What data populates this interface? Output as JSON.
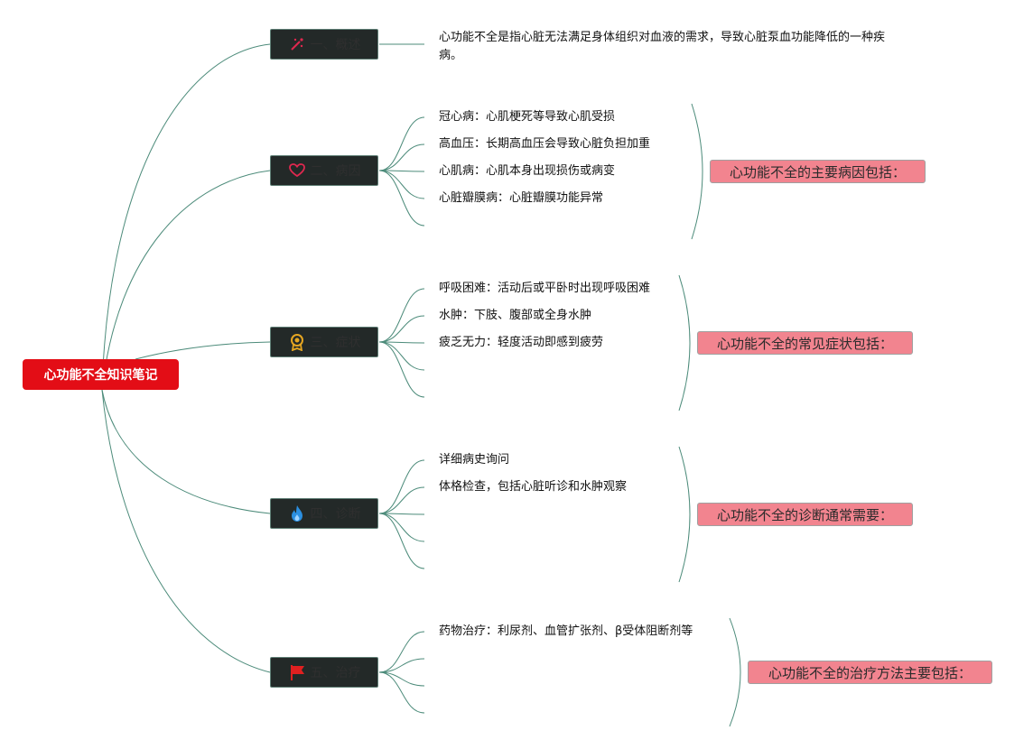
{
  "root": {
    "label": "心功能不全知识笔记"
  },
  "colors": {
    "root": "#e30d16",
    "topic_bg": "#232928",
    "line": "#4c8b7a",
    "summary_bg": "#f2848f"
  },
  "branches": [
    {
      "label": "一、概述",
      "icon": "sparkle-wand-icon",
      "items": [
        "心功能不全是指心脏无法满足身体组织对血液的需求，导致心脏泵血功能降低的一种疾病。"
      ]
    },
    {
      "label": "二、病因",
      "icon": "heart-outline-icon",
      "items": [
        "冠心病：心肌梗死等导致心肌受损",
        "高血压：长期高血压会导致心脏负担加重",
        "心肌病：心肌本身出现损伤或病变",
        "心脏瓣膜病：心脏瓣膜功能异常",
        ""
      ],
      "summary": "心功能不全的主要病因包括："
    },
    {
      "label": "三、症状",
      "icon": "award-medal-icon",
      "items": [
        "呼吸困难：活动后或平卧时出现呼吸困难",
        "水肿：下肢、腹部或全身水肿",
        "疲乏无力：轻度活动即感到疲劳",
        "",
        ""
      ],
      "summary": "心功能不全的常见症状包括："
    },
    {
      "label": "四、诊断",
      "icon": "flame-icon",
      "items": [
        "详细病史询问",
        "体格检查，包括心脏听诊和水肿观察",
        "",
        "",
        ""
      ],
      "summary": "心功能不全的诊断通常需要："
    },
    {
      "label": "五、治疗",
      "icon": "red-flag-icon",
      "items": [
        "药物治疗：利尿剂、血管扩张剂、β受体阻断剂等",
        "",
        "",
        ""
      ],
      "summary": "心功能不全的治疗方法主要包括："
    }
  ]
}
